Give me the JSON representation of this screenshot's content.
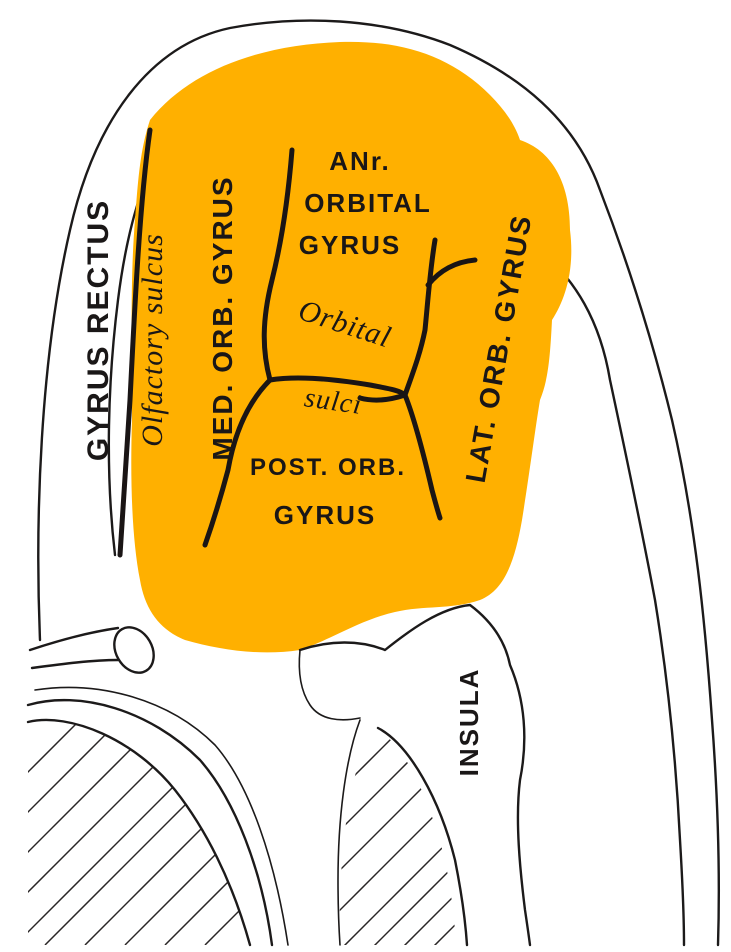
{
  "figure": {
    "highlight_color": "#FFB000",
    "labels": {
      "gyrus_rectus": "GYRUS RECTUS",
      "olfactory_sulcus": "Olfactory sulcus",
      "med_orb_gyrus": "MED. ORB. GYRUS",
      "ant_orbital_line1": "ANr.",
      "ant_orbital_line2": "ORBITAL",
      "ant_orbital_line3": "GYRUS",
      "orbital": "Orbital",
      "sulci": "sulci",
      "post_orb_line1": "POST. ORB.",
      "post_orb_line2": "GYRUS",
      "lat_orb_gyrus": "LAT. ORB. GYRUS",
      "insula": "INSULA"
    }
  }
}
